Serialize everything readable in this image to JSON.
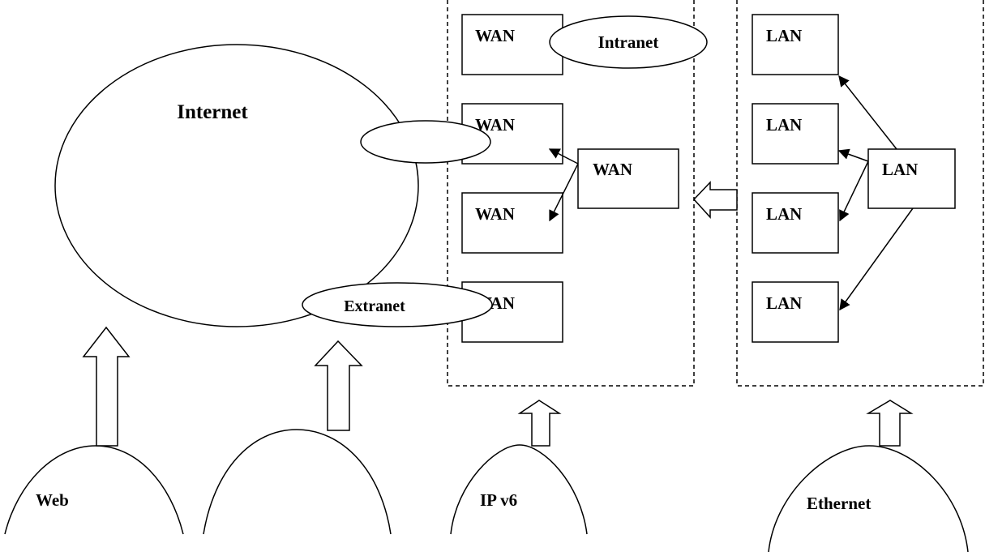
{
  "diagram": {
    "internet_label": "Internet",
    "intranet_label": "Intranet",
    "extranet_label": "Extranet",
    "wan_left": [
      "WAN",
      "WAN",
      "WAN",
      "WAN"
    ],
    "wan_hub": "WAN",
    "lan_right": [
      "LAN",
      "LAN",
      "LAN",
      "LAN"
    ],
    "lan_hub": "LAN",
    "bases": {
      "web": "Web",
      "blank": "",
      "ipv6": "IP v6",
      "ethernet": "Ethernet"
    }
  }
}
